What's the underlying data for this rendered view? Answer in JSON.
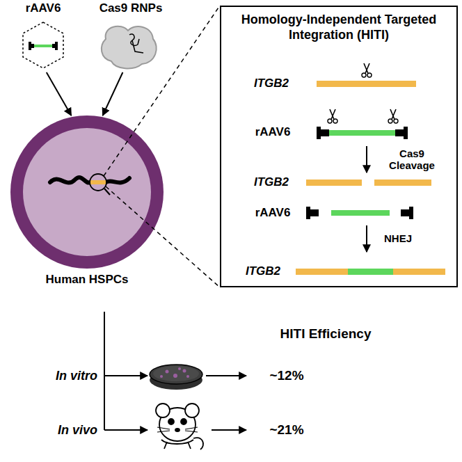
{
  "diagram": {
    "nodes": [
      {
        "text": [
          "rAAV6"
        ]
      },
      {
        "text": [
          "Cas9 RNPs"
        ]
      },
      {
        "text": [
          "Human HSPCs"
        ]
      },
      {
        "text": [
          "Homology-Independent Targeted Integration (HITI)"
        ]
      }
    ],
    "edges": [
      {
        "from": 0,
        "to": 2,
        "arrow": "to"
      },
      {
        "from": 1,
        "to": 2,
        "arrow": "to"
      }
    ],
    "labels": [
      "ITGB2",
      "rAAV6",
      "Cas9 Cleavage",
      "ITGB2",
      "rAAV6",
      "NHEJ",
      "ITGB2",
      "In vitro",
      "In vivo",
      "HITI Efficiency",
      "~12%",
      "~21%"
    ]
  }
}
